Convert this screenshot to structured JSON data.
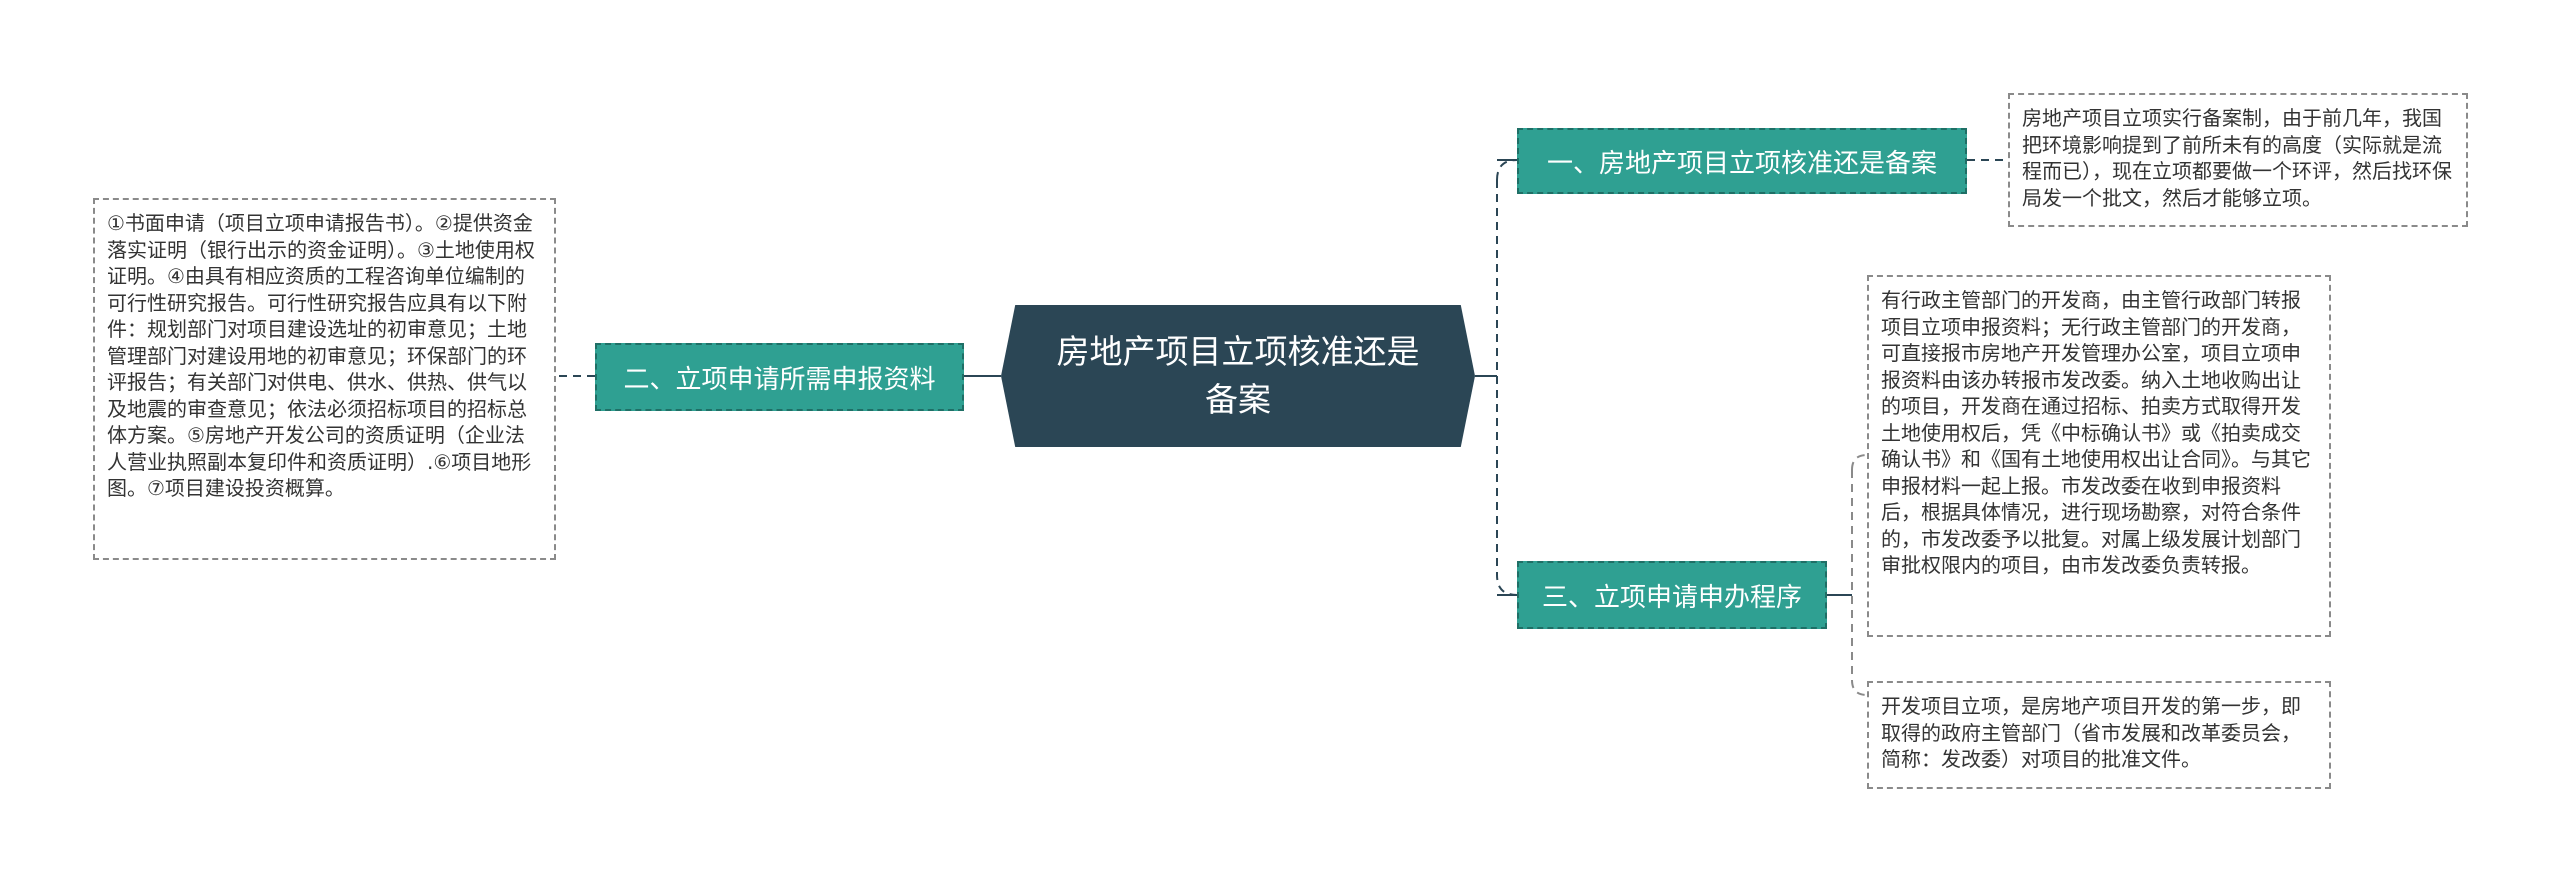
{
  "root": {
    "title": "房地产项目立项核准还是备案"
  },
  "branches": [
    {
      "label": "一、房地产项目立项核准还是备案",
      "details": [
        "房地产项目立项实行备案制，由于前几年，我国把环境影响提到了前所未有的高度（实际就是流程而已），现在立项都要做一个环评，然后找环保局发一个批文，然后才能够立项。"
      ]
    },
    {
      "label": "二、立项申请所需申报资料",
      "details": [
        "①书面申请（项目立项申请报告书）。②提供资金落实证明（银行出示的资金证明）。③土地使用权证明。④由具有相应资质的工程咨询单位编制的可行性研究报告。可行性研究报告应具有以下附件：规划部门对项目建设选址的初审意见；土地管理部门对建设用地的初审意见；环保部门的环评报告；有关部门对供电、供水、供热、供气以及地震的审查意见；依法必须招标项目的招标总体方案。⑤房地产开发公司的资质证明（企业法人营业执照副本复印件和资质证明）.⑥项目地形图。⑦项目建设投资概算。"
      ]
    },
    {
      "label": "三、立项申请申办程序",
      "details": [
        "有行政主管部门的开发商，由主管行政部门转报项目立项申报资料；无行政主管部门的开发商，可直接报市房地产开发管理办公室，项目立项申报资料由该办转报市发改委。纳入土地收购出让的项目，开发商在通过招标、拍卖方式取得开发土地使用权后，凭《中标确认书》或《拍卖成交确认书》和《国有土地使用权出让合同》。与其它申报材料一起上报。市发改委在收到申报资料后，根据具体情况，进行现场勘察，对符合条件的，市发改委予以批复。对属上级发展计划部门审批权限内的项目，由市发改委负责转报。",
        "开发项目立项，是房地产项目开发的第一步，即取得的政府主管部门（省市发展和改革委员会，简称：发改委）对项目的批准文件。"
      ]
    }
  ],
  "colors": {
    "root_fill": "#2b4655",
    "branch_fill": "#2fa092",
    "branch_border": "#1f6f66",
    "connector": "#2b4655",
    "leaf_border": "#8a8a8a"
  }
}
